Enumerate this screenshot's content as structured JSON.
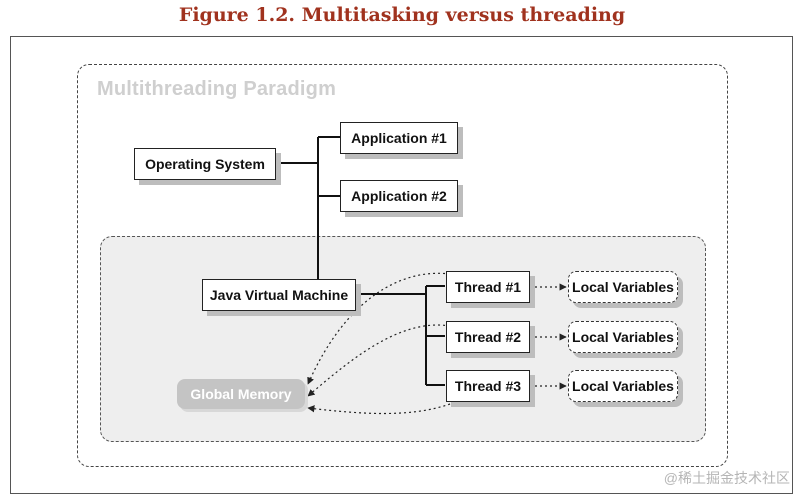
{
  "caption": "Figure 1.2. Multitasking versus threading",
  "diagram": {
    "title": "Multithreading Paradigm",
    "operating_system": "Operating System",
    "application_1": "Application #1",
    "application_2": "Application #2",
    "jvm": "Java Virtual Machine",
    "global_memory": "Global Memory",
    "threads": [
      "Thread #1",
      "Thread #2",
      "Thread #3"
    ],
    "local_variables": [
      "Local Variables",
      "Local Variables",
      "Local Variables"
    ]
  },
  "watermark": "@稀土掘金技术社区"
}
